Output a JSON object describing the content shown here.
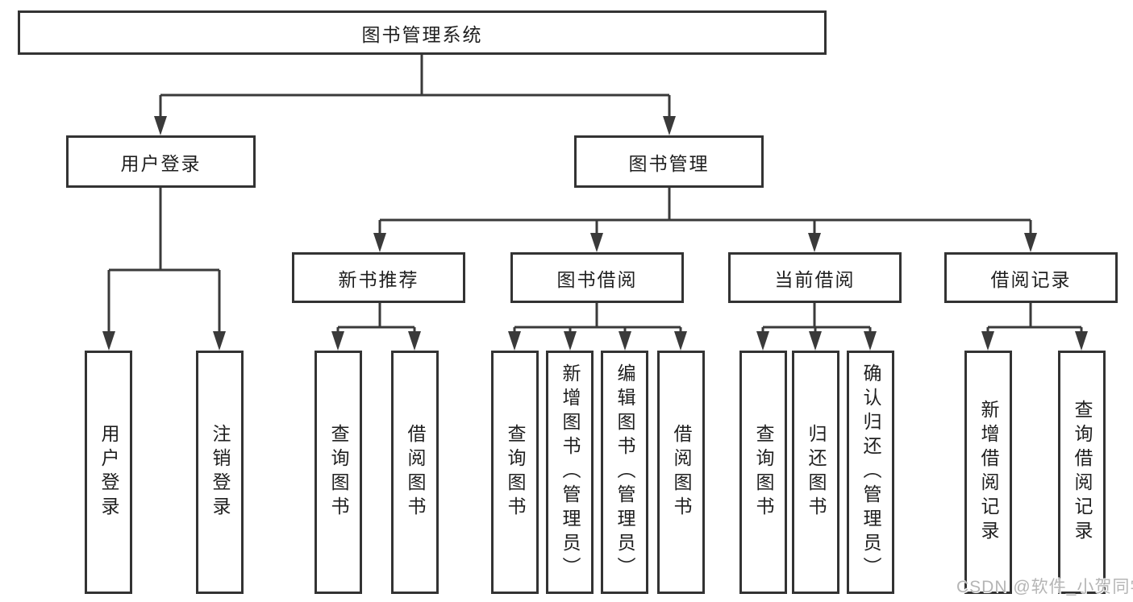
{
  "root": {
    "label": "图书管理系统"
  },
  "level2": {
    "user_login": {
      "label": "用户登录"
    },
    "book_management": {
      "label": "图书管理"
    }
  },
  "level3": {
    "new_book_recommend": {
      "label": "新书推荐"
    },
    "book_borrow": {
      "label": "图书借阅"
    },
    "current_borrow": {
      "label": "当前借阅"
    },
    "borrow_record": {
      "label": "借阅记录"
    }
  },
  "leaves": {
    "user_login": [
      "用户登录",
      "注销登录"
    ],
    "new_book_recommend": [
      "查询图书",
      "借阅图书"
    ],
    "book_borrow": [
      "查询图书",
      "新增图书（管理员）",
      "编辑图书（管理员）",
      "借阅图书"
    ],
    "current_borrow": [
      "查询图书",
      "归还图书",
      "确认归还（管理员）"
    ],
    "borrow_record": [
      "新增借阅记录",
      "查询借阅记录"
    ]
  },
  "watermark": "CSDN @软件_小贺同学",
  "colors": {
    "line": "#3a3a3a",
    "box_border": "#333333",
    "text": "#1f1f1f",
    "watermark": "#b5b5b5",
    "background": "#ffffff"
  }
}
